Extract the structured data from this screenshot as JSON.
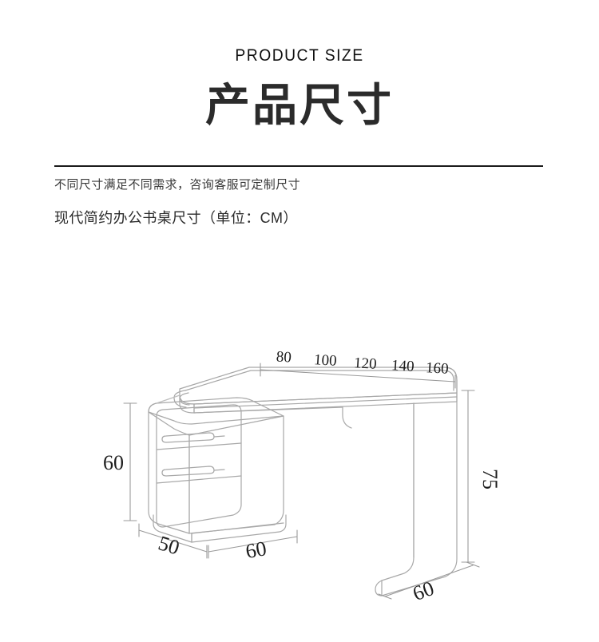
{
  "header": {
    "eyebrow": "PRODUCT SIZE",
    "title": "产品尺寸",
    "subtitle_1": "不同尺寸满足不同需求，咨询客服可定制尺寸",
    "subtitle_2": "现代简约办公书桌尺寸（单位：CM）"
  },
  "diagram": {
    "caption_unit": "CM",
    "width_options": [
      "80",
      "100",
      "120",
      "140",
      "160"
    ],
    "cabinet_height": "60",
    "desk_height": "75",
    "cabinet_depth": "50",
    "cabinet_width": "60",
    "desk_depth": "60"
  },
  "colors": {
    "line": "#a8a8a8",
    "line_dark": "#8e8e8e",
    "dim_line": "#9a9a9a",
    "text_dark": "#2b2b2b",
    "text_body": "#3a3a3a",
    "rule": "#1a1a1a",
    "background": "#ffffff"
  }
}
